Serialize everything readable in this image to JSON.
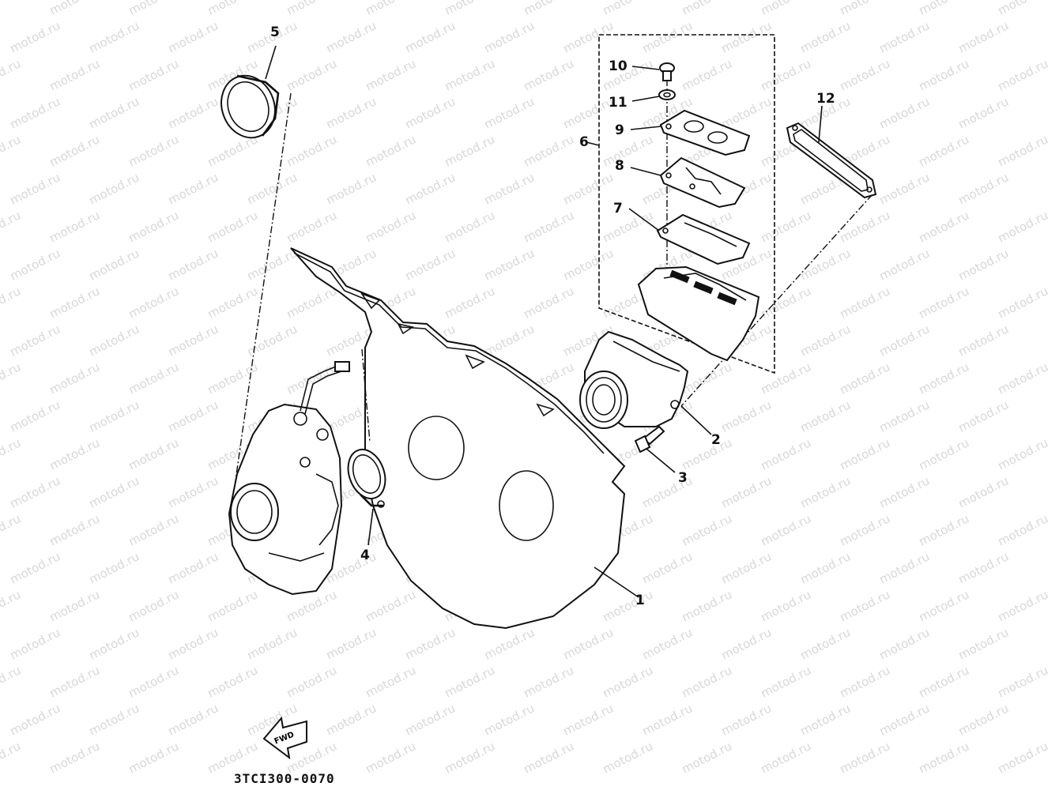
{
  "watermark": "motod.ru",
  "callouts": {
    "c1": "1",
    "c2": "2",
    "c3": "3",
    "c4": "4",
    "c5": "5",
    "c6": "6",
    "c7": "7",
    "c8": "8",
    "c9": "9",
    "c10": "10",
    "c11": "11",
    "c12": "12"
  },
  "fwd_label": "FWD",
  "diagram_code": "3TCI300-0070"
}
